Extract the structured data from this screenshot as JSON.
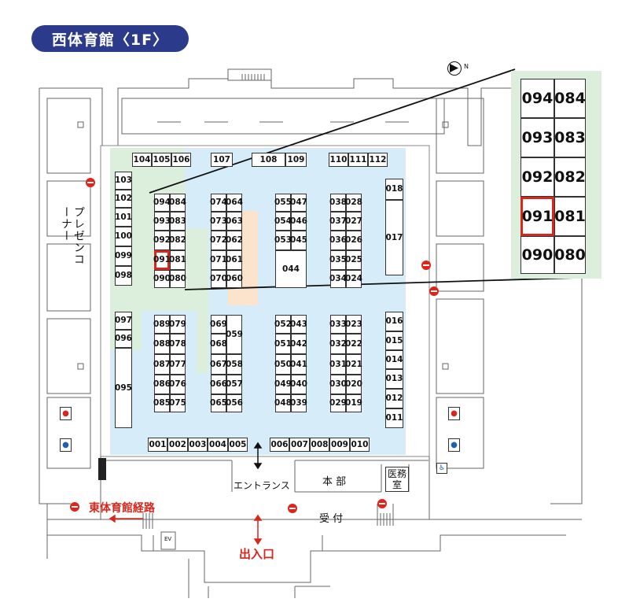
{
  "title": "西体育館〈1F〉",
  "colors": {
    "accent": "#2b3a8a",
    "highlight": "#d9261c",
    "area_blue": "#d6ecf8",
    "area_green": "#dcefdc",
    "area_orange": "#fbe3cc"
  },
  "labels": {
    "presen": "プレゼンコーナー",
    "entrance": "エントランス",
    "honbu": "本 部",
    "imushitsu": "医務室",
    "uketsuke": "受 付",
    "higashi": "東体育館経路",
    "deiriguchi": "出入口",
    "ev": "EV",
    "north": "N"
  },
  "icons": [
    "north-arrow-icon",
    "no-entry-icon",
    "restroom-female-icon",
    "restroom-male-icon",
    "accessible-icon",
    "updown-arrow-icon",
    "left-arrow-icon"
  ],
  "booths": {
    "top": [
      "104",
      "105",
      "106",
      "107",
      "108",
      "109",
      "110",
      "111",
      "112"
    ],
    "left_upper": [
      "103",
      "102",
      "101",
      "100",
      "099",
      "098"
    ],
    "left_lower": [
      "097",
      "096",
      "095"
    ],
    "bottom_left": [
      "001",
      "002",
      "003",
      "004",
      "005"
    ],
    "bottom_right": [
      "006",
      "007",
      "008",
      "009",
      "010"
    ],
    "right": [
      "018",
      "017",
      "016",
      "015",
      "014",
      "013",
      "012",
      "011"
    ],
    "col_a_upper": [
      "094",
      "084",
      "093",
      "083",
      "092",
      "082",
      "091",
      "081",
      "090",
      "080"
    ],
    "col_a_lower": [
      "089",
      "079",
      "088",
      "078",
      "087",
      "077",
      "086",
      "076",
      "085",
      "075"
    ],
    "col_b_upper": [
      "074",
      "064",
      "073",
      "063",
      "072",
      "062",
      "071",
      "061",
      "070",
      "060"
    ],
    "col_b_lower": [
      "069",
      "059",
      "068",
      "067",
      "058",
      "066",
      "057",
      "065",
      "056"
    ],
    "col_c_upper": [
      "055",
      "047",
      "054",
      "046",
      "053",
      "045",
      "044"
    ],
    "col_c_lower": [
      "052",
      "043",
      "051",
      "042",
      "050",
      "041",
      "049",
      "040",
      "048",
      "039"
    ],
    "col_d_upper": [
      "038",
      "028",
      "037",
      "027",
      "036",
      "026",
      "035",
      "025",
      "034",
      "024"
    ],
    "col_d_lower": [
      "033",
      "023",
      "032",
      "022",
      "031",
      "021",
      "030",
      "020",
      "029",
      "019"
    ],
    "zoom": [
      "094",
      "084",
      "093",
      "083",
      "092",
      "082",
      "091",
      "081",
      "090",
      "080"
    ]
  },
  "highlight_booth": "091"
}
